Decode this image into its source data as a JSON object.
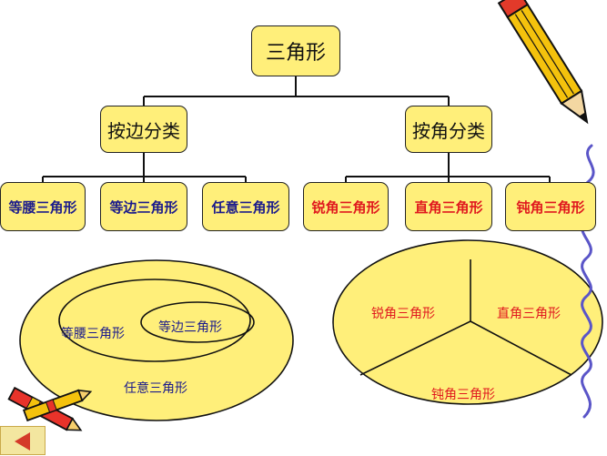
{
  "tree": {
    "root": "三角形",
    "by_side": {
      "label": "按边分类",
      "children": [
        "等腰三角形",
        "等边三角形",
        "任意三角形"
      ]
    },
    "by_angle": {
      "label": "按角分类",
      "children": [
        "锐角三角形",
        "直角三角形",
        "钝角三角形"
      ]
    }
  },
  "side_venn": {
    "outer": "任意三角形",
    "middle": "等腰三角形",
    "inner": "等边三角形"
  },
  "angle_partition": {
    "top_left": "锐角三角形",
    "top_right": "直角三角形",
    "bottom": "钝角三角形"
  },
  "colors": {
    "box_fill": "#ffef7a",
    "side_text": "#1a1a8c",
    "angle_text": "#e0181e",
    "curl": "#5a55c8"
  },
  "icons": [
    "pencil-icon",
    "crayons-icon",
    "curl-decoration",
    "prev-arrow-icon"
  ]
}
